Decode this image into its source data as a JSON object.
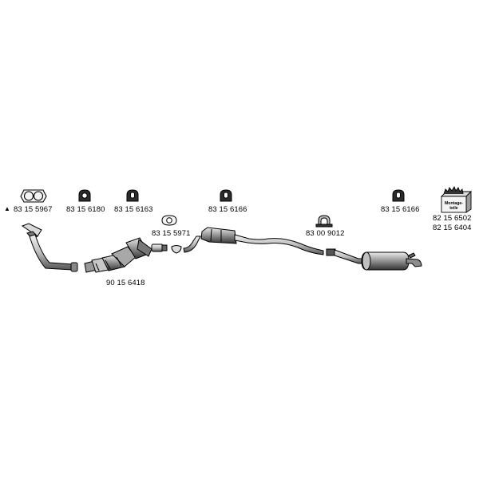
{
  "part_numbers": {
    "gasket_flange": "83 15 5967",
    "triangle_mark": "▲",
    "rubber_hanger_1": "83 15 6180",
    "rubber_hanger_2": "83 15 6163",
    "rubber_hanger_3": "83 15 6166",
    "rubber_hanger_4": "83 15 6166",
    "gasket_2": "83 15 5971",
    "clamp": "83 00 9012",
    "catalytic_converter": "90 15 6418",
    "mounting_kit_1": "82 15 6502",
    "mounting_kit_2": "82 15 6404"
  },
  "kit_box_text": [
    "Montage-",
    "teile"
  ]
}
